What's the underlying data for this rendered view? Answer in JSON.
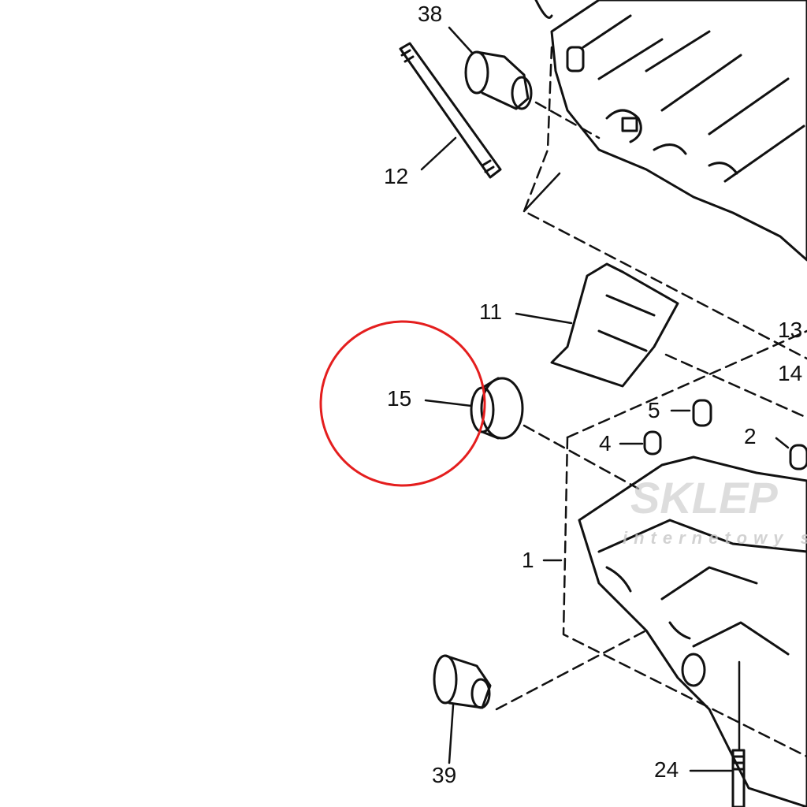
{
  "diagram": {
    "part_labels": [
      "38",
      "12",
      "11",
      "13",
      "14",
      "15",
      "5",
      "4",
      "2",
      "1",
      "39",
      "24"
    ],
    "highlighted_part": "15",
    "highlight_color": "#e41e1e",
    "watermark": {
      "brand": "SKLEP",
      "tagline": "internetowy sk"
    }
  }
}
